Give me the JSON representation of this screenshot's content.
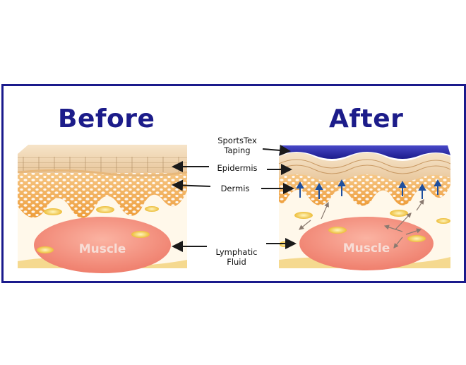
{
  "headings": {
    "before": "Before",
    "after": "After"
  },
  "labels": {
    "taping_line1": "SportsTex",
    "taping_line2": "Taping",
    "epidermis": "Epidermis",
    "dermis": "Dermis",
    "lymph_line1": "Lymphatic",
    "lymph_line2": "Fluid"
  },
  "muscle_label": "Muscle",
  "colors": {
    "frame": "#1a1a8c",
    "heading": "#1c1c8a",
    "tape": "#2b2ba8",
    "skin_top": "#f1d7b3",
    "dermis": "#f0a94a",
    "muscle": "#f28d7c",
    "fluid": "#f3c43a",
    "lift_arrow": "#1e4f9e"
  }
}
